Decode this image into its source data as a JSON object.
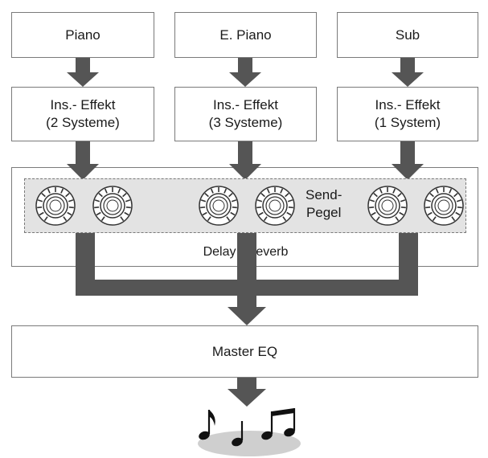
{
  "sources": {
    "piano": "Piano",
    "epiano": "E. Piano",
    "sub": "Sub"
  },
  "effects": {
    "piano": [
      "Ins.- Effekt",
      "(2 Systeme)"
    ],
    "epiano": [
      "Ins.- Effekt",
      "(3 Systeme)"
    ],
    "sub": [
      "Ins.- Effekt",
      "(1 System)"
    ]
  },
  "send_label": [
    "Send-",
    "Pegel"
  ],
  "send_knobs": 6,
  "effect_block_label": "Delay / Reverb",
  "master_eq": "Master EQ",
  "output_icons": [
    "eighth-note-icon",
    "quarter-note-icon",
    "beamed-notes-icon"
  ],
  "colors": {
    "arrow": "#555555",
    "panel": "#e3e3e3",
    "border": "#7a7a7a"
  }
}
